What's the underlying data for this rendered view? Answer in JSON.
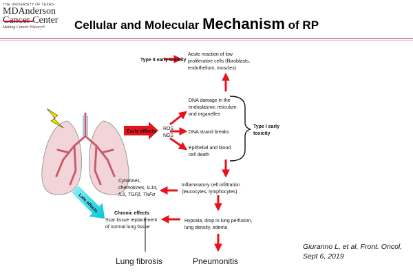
{
  "logo": {
    "line1": "THE UNIVERSITY OF TEXAS",
    "line2": "MDAnderson",
    "line3": "Cancer Center",
    "tagline": "Making Cancer History®"
  },
  "title": {
    "part1": "Cellular and Molecular ",
    "part2": "Mechanism",
    "part3": " of RP"
  },
  "diagram": {
    "type2_label": "Type II early toxicity",
    "acute_lines": [
      "Acute reaction of low",
      "proliferative cells (fibroblasts,",
      "endothelium, muscles)"
    ],
    "dna_damage_lines": [
      "DNA damage in the",
      "endoplasmic reticulum",
      "and organelles"
    ],
    "strand_breaks": "DNA strand breaks",
    "epithelial_lines": [
      "Epithelial and blood",
      "cell death"
    ],
    "type1_lines": [
      "Type I early",
      "toxicity"
    ],
    "early_effects": "Early effects",
    "ros": "ROS",
    "ngs": "NGS",
    "cytokine_lines": [
      "Cytokines,",
      "chemokines, IL1α,",
      "IL6, TGFβ, TNFα"
    ],
    "inflammatory_lines": [
      "Inflammatory cell infiltration",
      "(leucocytes, lymphocytes)"
    ],
    "late_effects": "Late effects",
    "chronic_effects": "Chronic effects",
    "scar_lines": [
      "Scar tissue replacement",
      "of normal lung tissue"
    ],
    "hypoxia_lines": [
      "Hypoxia, drop in lung perfusion,",
      "lung density, edema"
    ],
    "lung_fibrosis": "Lung fibrosis",
    "pneumonitis": "Pneumonitis"
  },
  "citation": {
    "line1": "Giuranno L,  et al, Front. Oncol,",
    "line2": "Sept 6, 2019"
  },
  "colors": {
    "arrow_red": "#e8121b",
    "late_cyan": "#1fd6e6",
    "lung_pink": "#f2d5d8",
    "lung_outline": "#9a9a9a"
  },
  "icons": [
    "lightning-icon",
    "lungs-illustration"
  ]
}
